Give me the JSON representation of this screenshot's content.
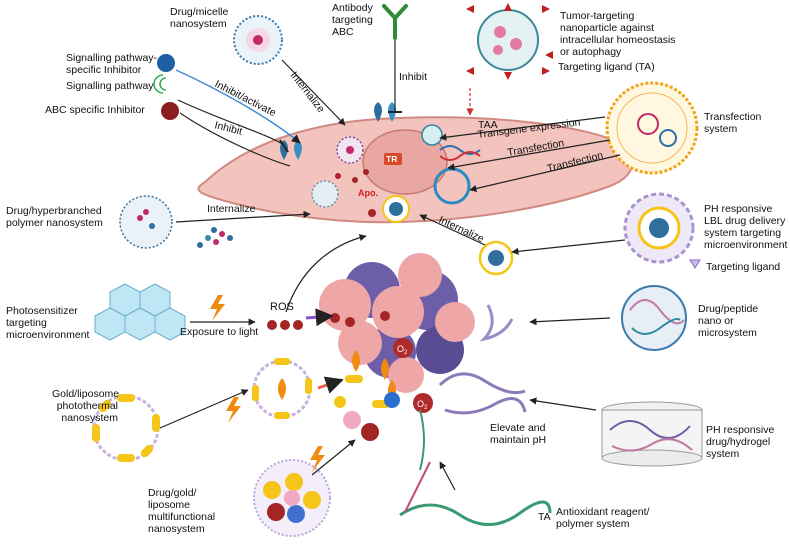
{
  "labels": {
    "drug_micelle": "Drug/micelle\nnanosystem",
    "antibody": "Antibody\ntargeting\nABC",
    "tumor_targeting": "Tumor-targeting\nnanoparticle against\nintracellular homeostasis\nor autophagy",
    "targeting_ligand_ta": "Targeting ligand (TA)",
    "signalling_inhibitor": "Signalling pathway-\nspecific Inhibitor",
    "signalling_pathway": "Signalling pathway",
    "abc_inhibitor": "ABC specific Inhibitor",
    "transfection_system": "Transfection\nsystem",
    "drug_hyperbranched": "Drug/hyperbranched\npolymer nanosystem",
    "ph_lbl": "PH responsive\nLBL drug delivery\nsystem targeting\nmicroenvironment",
    "targeting_ligand": "Targeting ligand",
    "photosensitizer": "Photosensitizer\ntargeting\nmicroenvironment",
    "exposure": "Exposure to light",
    "ros": "ROS",
    "drug_peptide": "Drug/peptide\nnano or\nmicrosystem",
    "gold_liposome": "Gold/liposome\nphotothermal\nnanosystem",
    "elevate_ph": "Elevate and\nmaintain pH",
    "ph_hydrogel": "PH responsive\ndrug/hydrogel\nsystem",
    "drug_gold": "Drug/gold/\nliposome\nmultifunctional\nnanosystem",
    "antioxidant": "Antioxidant reagent/\npolymer system",
    "ta_short": "TA"
  },
  "arrows": {
    "inhibit_activate": "Inhibit/activate",
    "internalize_top": "Internalize",
    "inhibit_antibody": "Inhibit",
    "inhibit_abc": "Inhibit",
    "taa": "TAA",
    "transgene": "Transgene expression",
    "transfection1": "Transfection",
    "transfection2": "Transfection",
    "internalize_hyper": "Internalize",
    "internalize_lbl": "Internalize",
    "tr": "TR",
    "apo": "Apo.",
    "o2_a": "O",
    "o2_b": "O",
    "o2_sub": "2"
  },
  "colors": {
    "cell_fill": "#f2c4bd",
    "cell_stroke": "#d08a82",
    "tumor_pink": "#eea6a6",
    "tumor_purple": "#6d5ea8",
    "gold": "#f5c518",
    "red_particle": "#a32525",
    "teal": "#2e8aa0",
    "blue_arrow": "#3d8bd6",
    "purple_arrow": "#8a4fd8"
  }
}
